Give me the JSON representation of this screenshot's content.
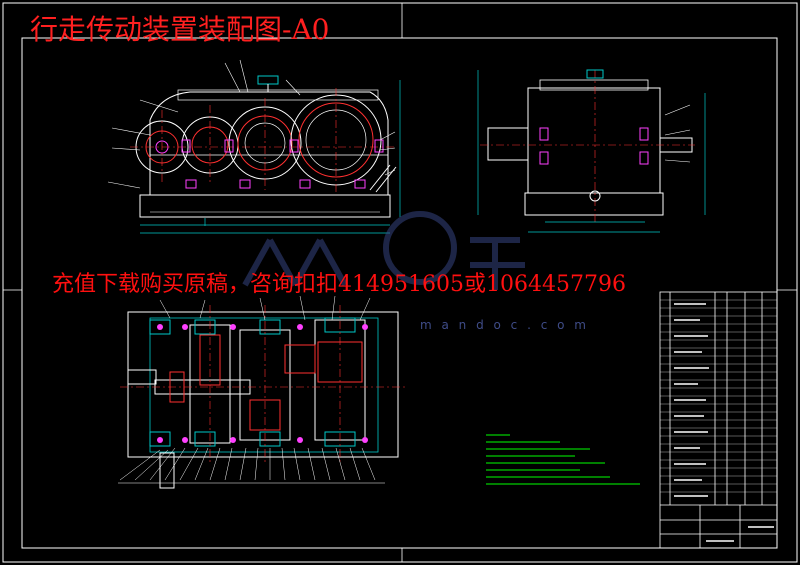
{
  "title": "行走传动装置装配图-A0",
  "promo": "充值下载购买原稿，咨询扣扣414951605或1064457796",
  "watermark": {
    "site": "m a n d o c . c o m"
  },
  "colors": {
    "background": "#000000",
    "outline": "#ffffff",
    "center_line": "#ff3030",
    "dimension": "#00c8c8",
    "bolt": "#ff40ff",
    "annotation": "#00ff00",
    "gear": "#ff3030",
    "title": "#ff2020"
  }
}
